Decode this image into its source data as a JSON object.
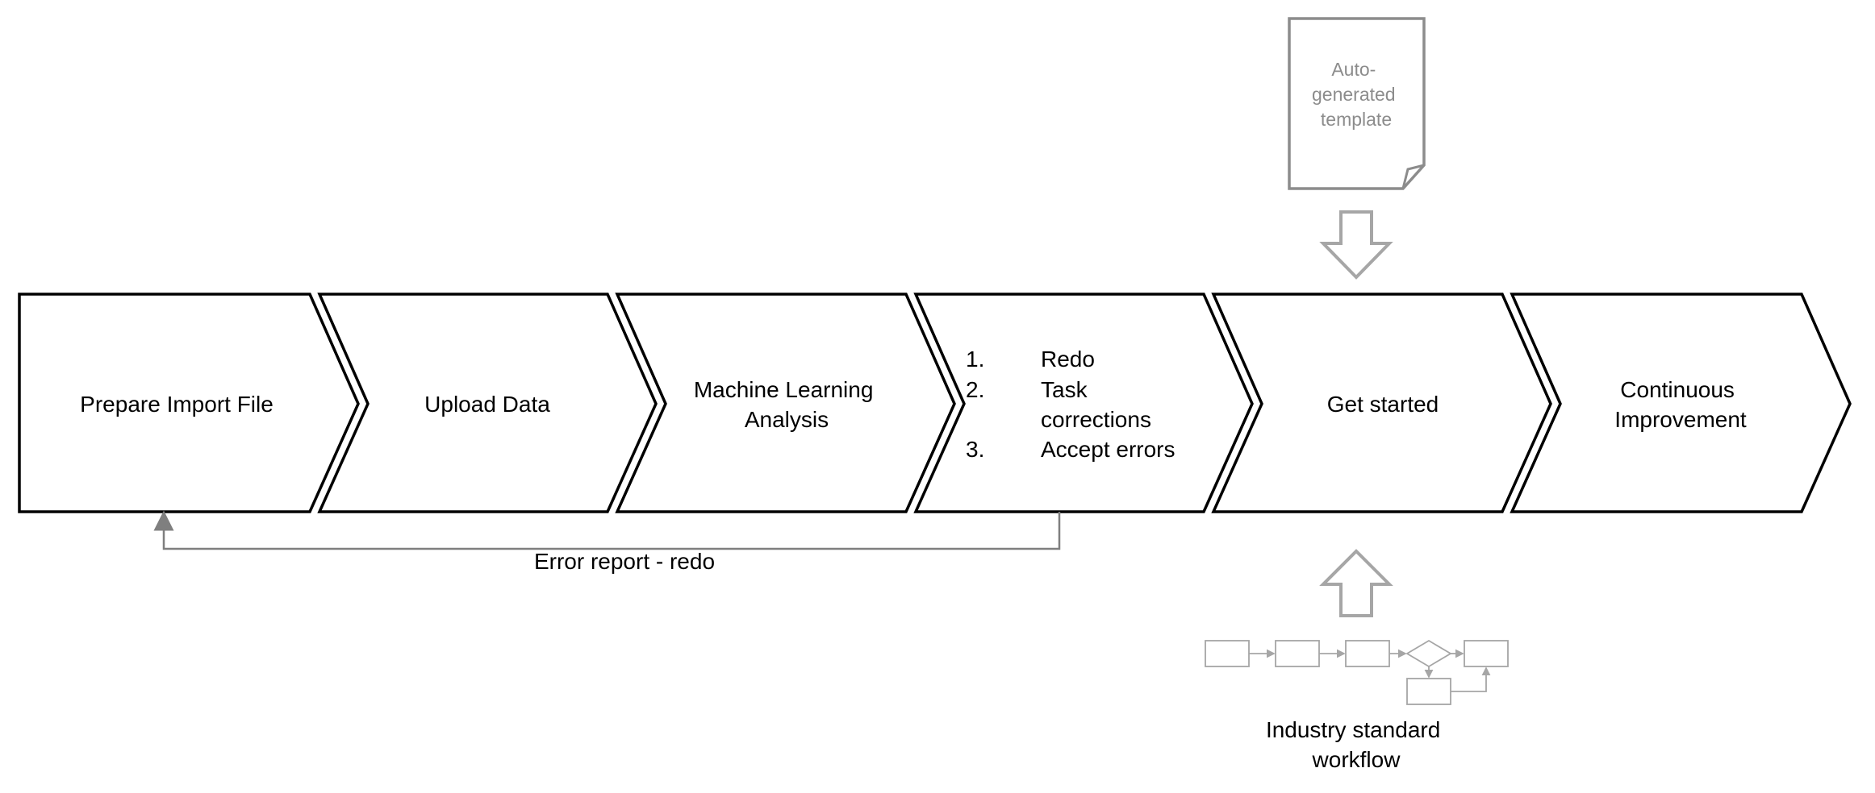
{
  "steps": [
    {
      "lines": [
        "Prepare Import File"
      ]
    },
    {
      "lines": [
        "Upload Data"
      ]
    },
    {
      "lines": [
        "Machine Learning",
        "Analysis"
      ]
    },
    {
      "list": [
        {
          "num": "1.",
          "lines": [
            "Redo"
          ]
        },
        {
          "num": "2.",
          "lines": [
            "Task",
            "corrections"
          ]
        },
        {
          "num": "3.",
          "lines": [
            "Accept errors"
          ]
        }
      ]
    },
    {
      "lines": [
        "Get started"
      ]
    },
    {
      "lines": [
        "Continuous",
        "Improvement"
      ]
    }
  ],
  "template_doc": {
    "lines": [
      "Auto-",
      "generated",
      "template"
    ]
  },
  "feedback_label": "Error report - redo",
  "workflow_label": {
    "lines": [
      "Industry standard",
      "workflow"
    ]
  },
  "colors": {
    "step_stroke": "#000000",
    "connector": "#7f7f7f",
    "accent_gray": "#a6a6a6",
    "text_gray": "#8c8c8c"
  }
}
